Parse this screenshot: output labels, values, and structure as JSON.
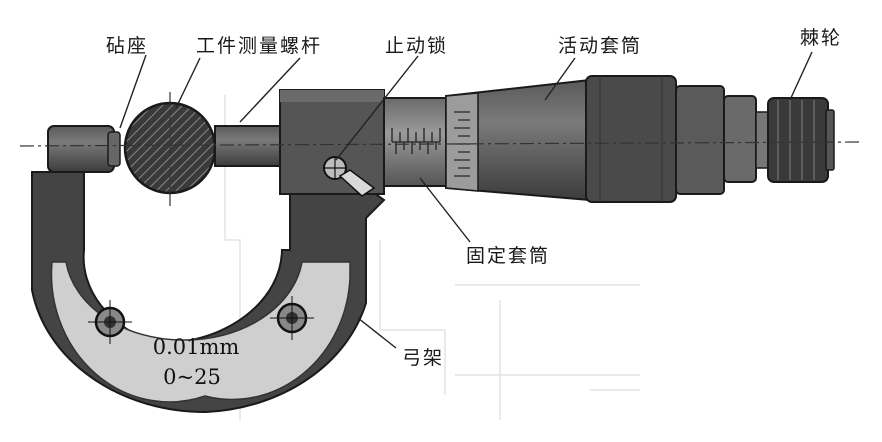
{
  "labels": {
    "anvil": "砧座",
    "workpiece_spindle": "工件测量螺杆",
    "lock": "止动锁",
    "thimble": "活动套筒",
    "ratchet": "棘轮",
    "sleeve": "固定套筒",
    "frame": "弓架"
  },
  "frame_text": {
    "resolution": "0.01mm",
    "range": "0~25"
  },
  "colors": {
    "body_dark": "#4a4a4a",
    "body_mid": "#6a6a6a",
    "plate": "#cfcfcf",
    "ink": "#1a1a1a"
  }
}
